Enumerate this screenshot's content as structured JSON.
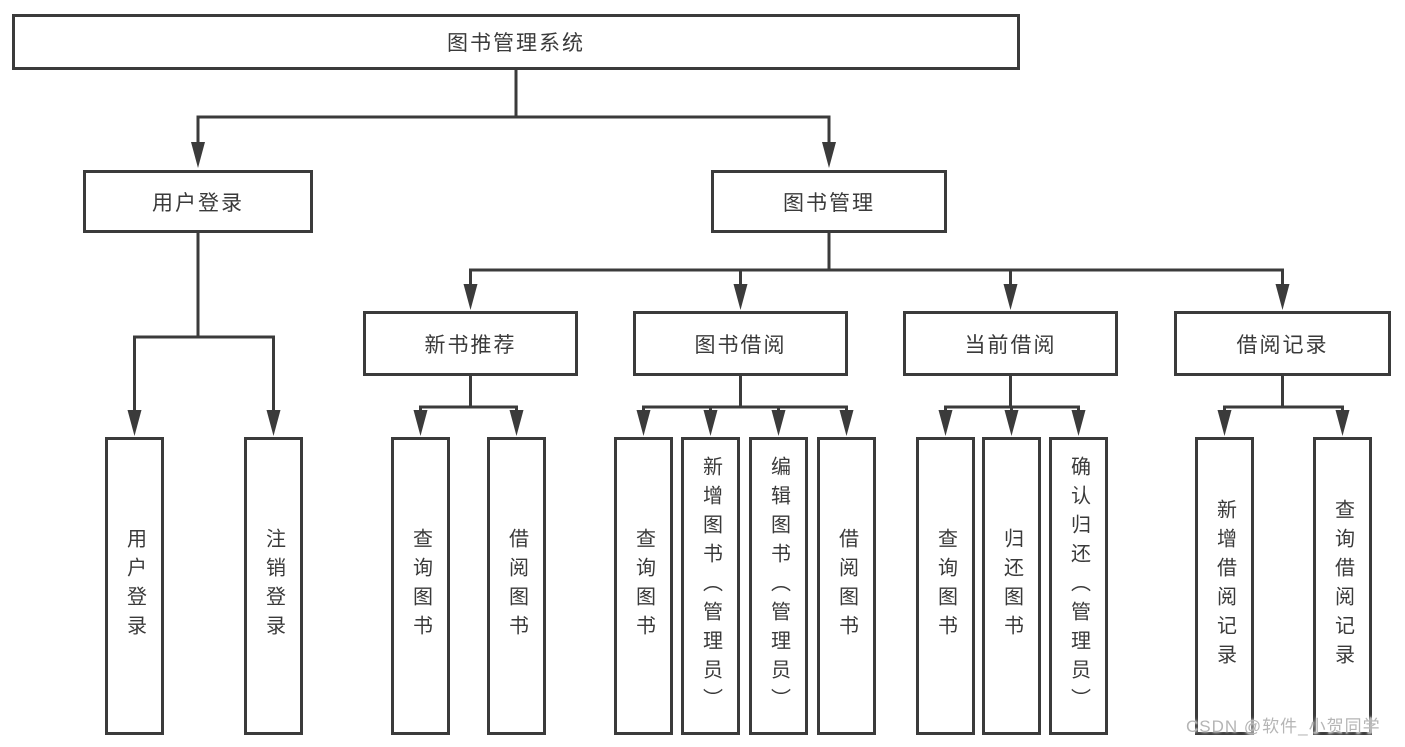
{
  "tree": {
    "root": {
      "label": "图书管理系统"
    },
    "branches": [
      {
        "label": "用户登录",
        "leaves": [
          {
            "label": "用户登录"
          },
          {
            "label": "注销登录"
          }
        ]
      },
      {
        "label": "图书管理",
        "groups": [
          {
            "label": "新书推荐",
            "leaves": [
              {
                "label": "查询图书"
              },
              {
                "label": "借阅图书"
              }
            ]
          },
          {
            "label": "图书借阅",
            "leaves": [
              {
                "label": "查询图书"
              },
              {
                "label": "新增图书（管理员）"
              },
              {
                "label": "编辑图书（管理员）"
              },
              {
                "label": "借阅图书"
              }
            ]
          },
          {
            "label": "当前借阅",
            "leaves": [
              {
                "label": "查询图书"
              },
              {
                "label": "归还图书"
              },
              {
                "label": "确认归还（管理员）"
              }
            ]
          },
          {
            "label": "借阅记录",
            "leaves": [
              {
                "label": "新增借阅记录"
              },
              {
                "label": "查询借阅记录"
              }
            ]
          }
        ]
      }
    ]
  },
  "watermark": {
    "text": "CSDN @软件_小贺同学"
  },
  "colors": {
    "line": "#3b3b3b",
    "text": "#3a3a3a",
    "background": "#ffffff",
    "watermark": "#b5b5b5"
  }
}
